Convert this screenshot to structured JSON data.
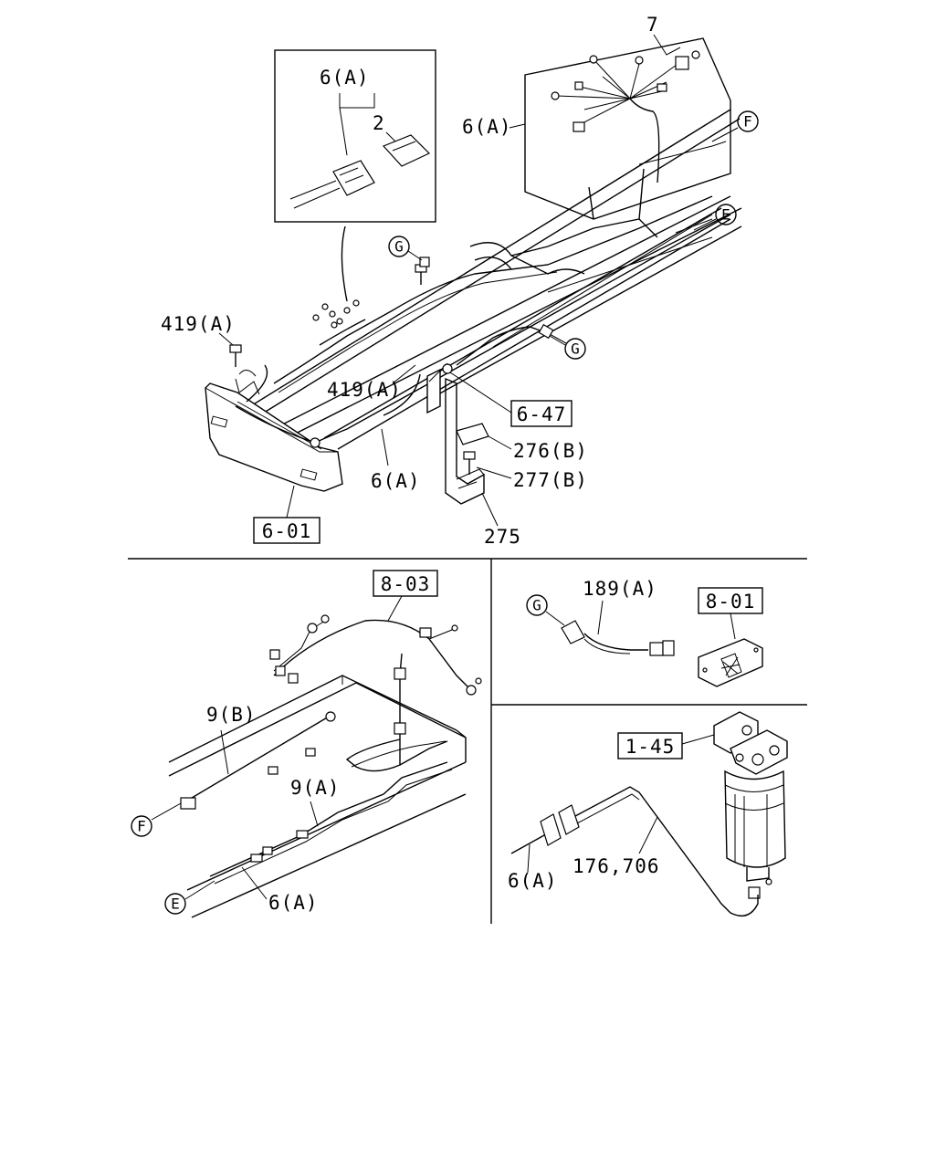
{
  "labels": {
    "inset_6a": "6(A)",
    "inset_2": "2",
    "top_7": "7",
    "top_6a_harness": "6(A)",
    "circle_f_top": "F",
    "circle_e_top": "E",
    "circle_g_top": "G",
    "circle_g_right": "G",
    "l_419a_left": "419(A)",
    "l_419a_mid": "419(A)",
    "ref_6_47": "6-47",
    "l_276b": "276(B)",
    "l_277b": "277(B)",
    "l_6a_bumper": "6(A)",
    "ref_6_01": "6-01",
    "l_275": "275",
    "ref_8_03": "8-03",
    "l_9b": "9(B)",
    "l_9a": "9(A)",
    "circle_f_bottom": "F",
    "circle_e_bottom": "E",
    "l_6a_bottom_left": "6(A)",
    "circle_g_bottom": "G",
    "l_189a": "189(A)",
    "ref_8_01": "8-01",
    "ref_1_45": "1-45",
    "l_176_706": "176,706",
    "l_6a_bottom_right": "6(A)"
  }
}
